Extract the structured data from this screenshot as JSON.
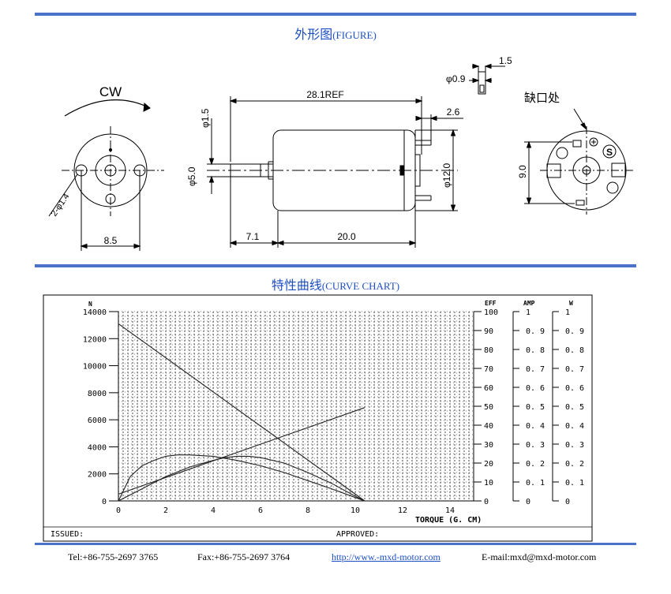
{
  "sections": {
    "figure_title_cn": "外形图",
    "figure_title_en": "(FIGURE)",
    "chart_title_cn": "特性曲线",
    "chart_title_en": "(CURVE CHART)"
  },
  "drawing": {
    "cw_label": "CW",
    "hole_label": "2-φ1.4",
    "width_label": "8.5",
    "shaft_dia_label": "φ1.5",
    "shaft_label": "φ5.0",
    "length_label": "28.1REF",
    "shaft_len_label": "7.1",
    "body_len_label": "20.0",
    "terminal_label": "2.6",
    "dia_label": "φ12.0",
    "terminal_dia_label": "φ0.9",
    "terminal_width_label": "1.5",
    "notch_label": "缺口处",
    "height_label": "9.0"
  },
  "chart_data": {
    "type": "line",
    "xlabel": "TORQUE (G. CM)",
    "ylabel": "N",
    "x_ticks": [
      "0",
      "2",
      "4",
      "6",
      "8",
      "10",
      "12",
      "14"
    ],
    "xlim": [
      0,
      15
    ],
    "ylim": [
      0,
      14000
    ],
    "y_ticks": [
      "0",
      "2000",
      "4000",
      "6000",
      "8000",
      "10000",
      "12000",
      "14000"
    ],
    "eff_label": "EFF",
    "eff_ticks": [
      "0",
      "10",
      "20",
      "30",
      "40",
      "50",
      "60",
      "70",
      "80",
      "90",
      "100"
    ],
    "amp_label": "AMP",
    "amp_ticks": [
      "0",
      "0. 1",
      "0. 2",
      "0. 3",
      "0. 4",
      "0. 5",
      "0. 6",
      "0. 7",
      "0. 8",
      "0. 9",
      "1"
    ],
    "w_label": "W",
    "w_ticks": [
      "0",
      "0. 1",
      "0. 2",
      "0. 3",
      "0. 4",
      "0. 5",
      "0. 6",
      "0. 7",
      "0. 8",
      "0. 9",
      "1"
    ],
    "series": [
      {
        "x": [
          0,
          10.4
        ],
        "y": [
          13100,
          0
        ]
      },
      {
        "x": [
          0,
          10.4
        ],
        "y": [
          500,
          6900
        ]
      },
      {
        "x": [
          0,
          0.5,
          1,
          1.5,
          2,
          2.5,
          3,
          3.5,
          4,
          5,
          6,
          7,
          8,
          9,
          10,
          10.4
        ],
        "y": [
          0,
          1800,
          2600,
          3000,
          3300,
          3400,
          3400,
          3350,
          3300,
          3000,
          2600,
          2100,
          1500,
          900,
          250,
          0
        ]
      },
      {
        "x": [
          0,
          1,
          2,
          3,
          4,
          4.5,
          5,
          5.5,
          6,
          7,
          8,
          9,
          10,
          10.4
        ],
        "y": [
          0,
          900,
          1800,
          2500,
          3000,
          3200,
          3300,
          3300,
          3200,
          2800,
          2100,
          1300,
          350,
          0
        ]
      }
    ],
    "issued_label": "ISSUED:",
    "approved_label": "APPROVED:"
  },
  "footer": {
    "tel": "Tel:+86-755-2697 3765",
    "fax": "Fax:+86-755-2697 3764",
    "url": "http://www.-mxd-motor.com",
    "email": "E-mail:mxd@mxd-motor.com"
  },
  "colors": {
    "rule": "#4a72c9",
    "title": "#1d4fc4"
  }
}
